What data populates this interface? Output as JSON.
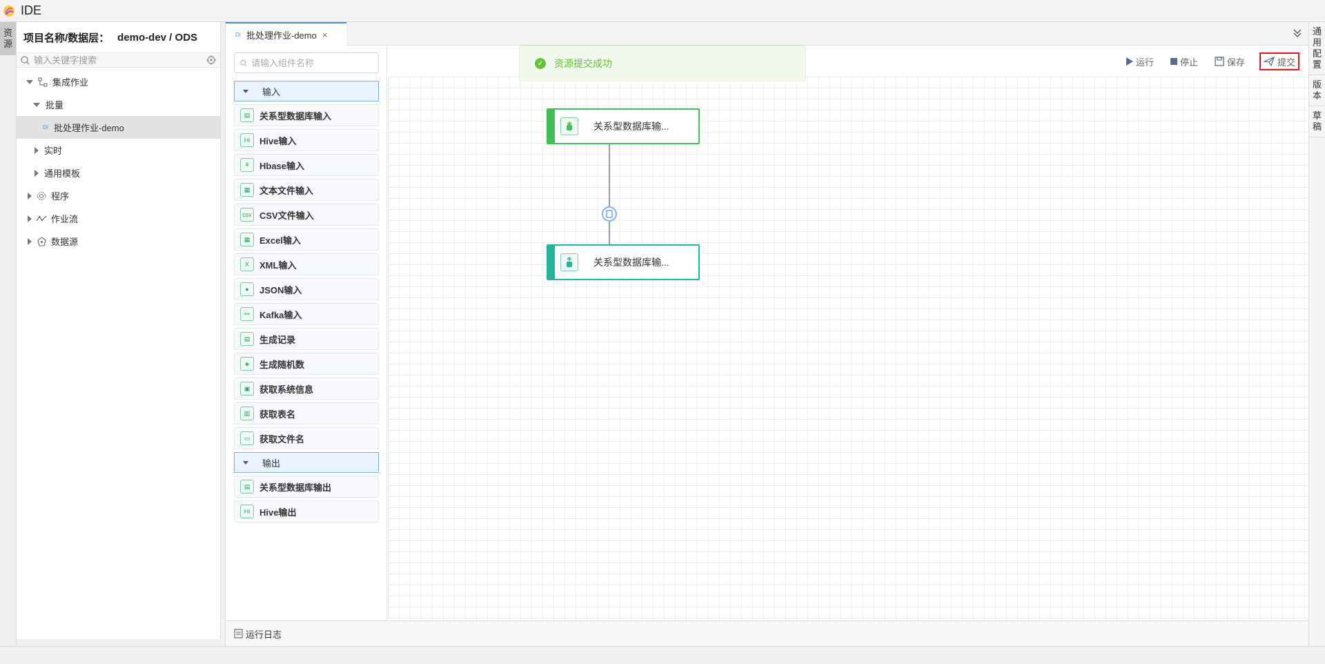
{
  "app": {
    "title": "IDE"
  },
  "left_strip": {
    "tab": [
      "资",
      "源"
    ]
  },
  "right_strip": {
    "tabs": [
      [
        "通",
        "用",
        "配",
        "置"
      ],
      [
        "版",
        "本"
      ],
      [
        "草",
        "稿"
      ]
    ]
  },
  "resource_panel": {
    "header_label": "项目名称/数据层：",
    "header_value": "demo-dev / ODS",
    "search_placeholder": "输入关键字搜索",
    "tree": {
      "integration": "集成作业",
      "batch": "批量",
      "batch_job": "批处理作业-demo",
      "realtime": "实时",
      "templates": "通用模板",
      "program": "程序",
      "workflow": "作业流",
      "datasource": "数据源"
    }
  },
  "editor": {
    "tab_label": "批处理作业-demo",
    "tab_badge": "DI",
    "tab_close": "×"
  },
  "palette": {
    "search_placeholder": "请输入组件名称",
    "input_group": "输入",
    "output_group": "输出",
    "input_items": [
      "关系型数据库输入",
      "Hive输入",
      "Hbase输入",
      "文本文件输入",
      "CSV文件输入",
      "Excel输入",
      "XML输入",
      "JSON输入",
      "Kafka输入",
      "生成记录",
      "生成随机数",
      "获取系统信息",
      "获取表名",
      "获取文件名"
    ],
    "output_items": [
      "关系型数据库输出",
      "Hive输出"
    ]
  },
  "toolbar": {
    "run": "运行",
    "stop": "停止",
    "save": "保存",
    "submit": "提交"
  },
  "toast": {
    "message": "资源提交成功"
  },
  "canvas": {
    "node_input": "关系型数据库输...",
    "node_output": "关系型数据库输..."
  },
  "logbar": {
    "label": "运行日志"
  },
  "colors": {
    "accent": "#4a90d9",
    "success": "#67c23a",
    "node_input": "#3fbf5a",
    "node_output": "#23b59a",
    "highlight": "#e0161f"
  }
}
